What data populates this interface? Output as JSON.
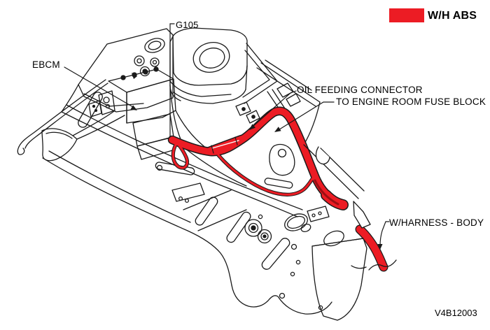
{
  "legend": {
    "label": "W/H ABS",
    "swatch_color": "#EC1C24"
  },
  "callouts": {
    "g105": "G105",
    "ebcm": "EBCM",
    "oil_feeding_line1": "OIL FEEDING CONNECTOR",
    "oil_feeding_line2": "TO ENGINE ROOM FUSE BLOCK",
    "w_harness_body": "W/HARNESS - BODY"
  },
  "figure": {
    "drawing_number": "V4B12003",
    "highlight_color": "#EC1C24",
    "highlight_shade_color": "#9B0F13",
    "line_color": "#1A1A1A"
  }
}
